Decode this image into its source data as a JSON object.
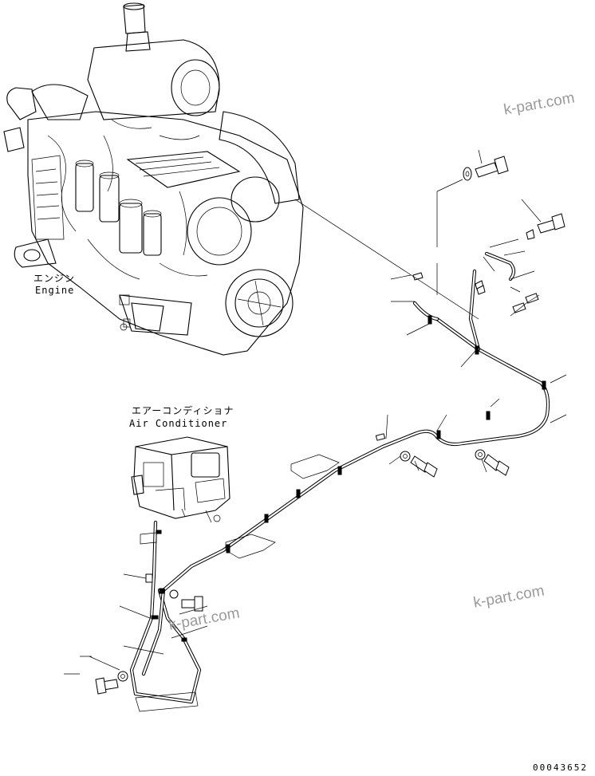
{
  "labels": {
    "engine_jp": "エンジン",
    "engine_en": "Engine",
    "aircon_jp": "エアーコンディショナ",
    "aircon_en": "Air Conditioner"
  },
  "watermarks": [
    "k-part.com",
    "k-part.com",
    "k-part.com"
  ],
  "drawing_code": "00043652",
  "colors": {
    "line": "#000000",
    "background": "#ffffff",
    "watermark": "#9a9a9a"
  },
  "icons": [
    "bolt-icon",
    "washer-icon",
    "clip-icon",
    "nut-icon"
  ]
}
